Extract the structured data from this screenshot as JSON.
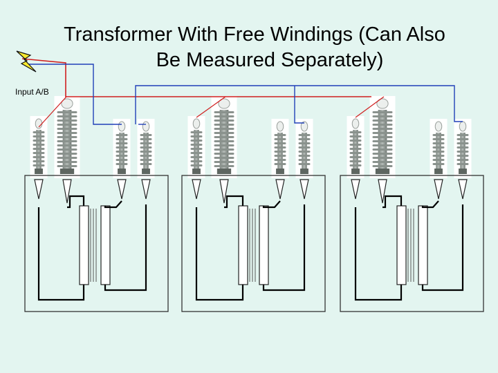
{
  "slide": {
    "background": "#E3F5F0",
    "title_line_1": "Transformer With Free Windings (Can Also",
    "title_line_2": "Be Measured Separately)",
    "input_label": "Input A/B",
    "icon": "lightning-bolt-icon"
  },
  "colors": {
    "red_wire": "#D01E1E",
    "blue_wire": "#1F3FB8",
    "winding_wire": "#000000",
    "bushing_body": "#8C948F",
    "tank_outline": "#333333"
  },
  "transformers": [
    {
      "name": "transformer-1"
    },
    {
      "name": "transformer-2"
    },
    {
      "name": "transformer-3"
    }
  ]
}
